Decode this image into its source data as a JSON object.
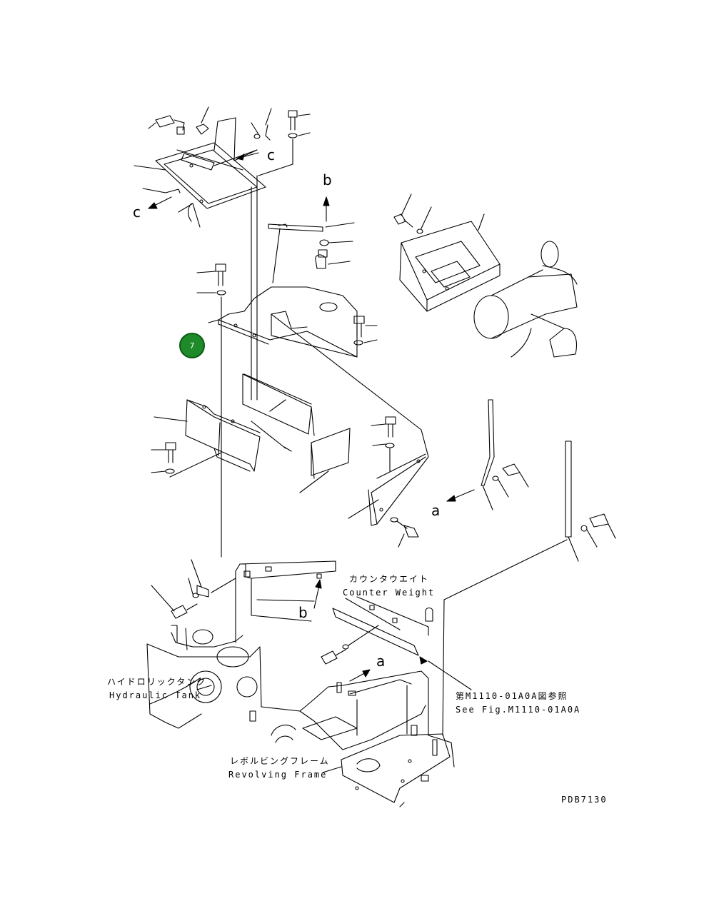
{
  "badge": {
    "number": "7",
    "color": "#1f8a2a"
  },
  "callouts": {
    "c_upper": "c",
    "c_lower": "c",
    "b_upper": "b",
    "b_lower": "b",
    "a_right": "a",
    "a_lower": "a"
  },
  "labels": {
    "counter_weight_jp": "カウンタウエイト",
    "counter_weight_en": "Counter Weight",
    "hydraulic_tank_jp": "ハイドロリックタンク",
    "hydraulic_tank_en": "Hydraulic Tank",
    "see_fig_jp": "第M1110-01A0A図参照",
    "see_fig_en": "See Fig.M1110-01A0A",
    "revolving_frame_jp": "レボルビングフレーム",
    "revolving_frame_en": "Revolving Frame"
  },
  "drawing_code": "PDB7130"
}
